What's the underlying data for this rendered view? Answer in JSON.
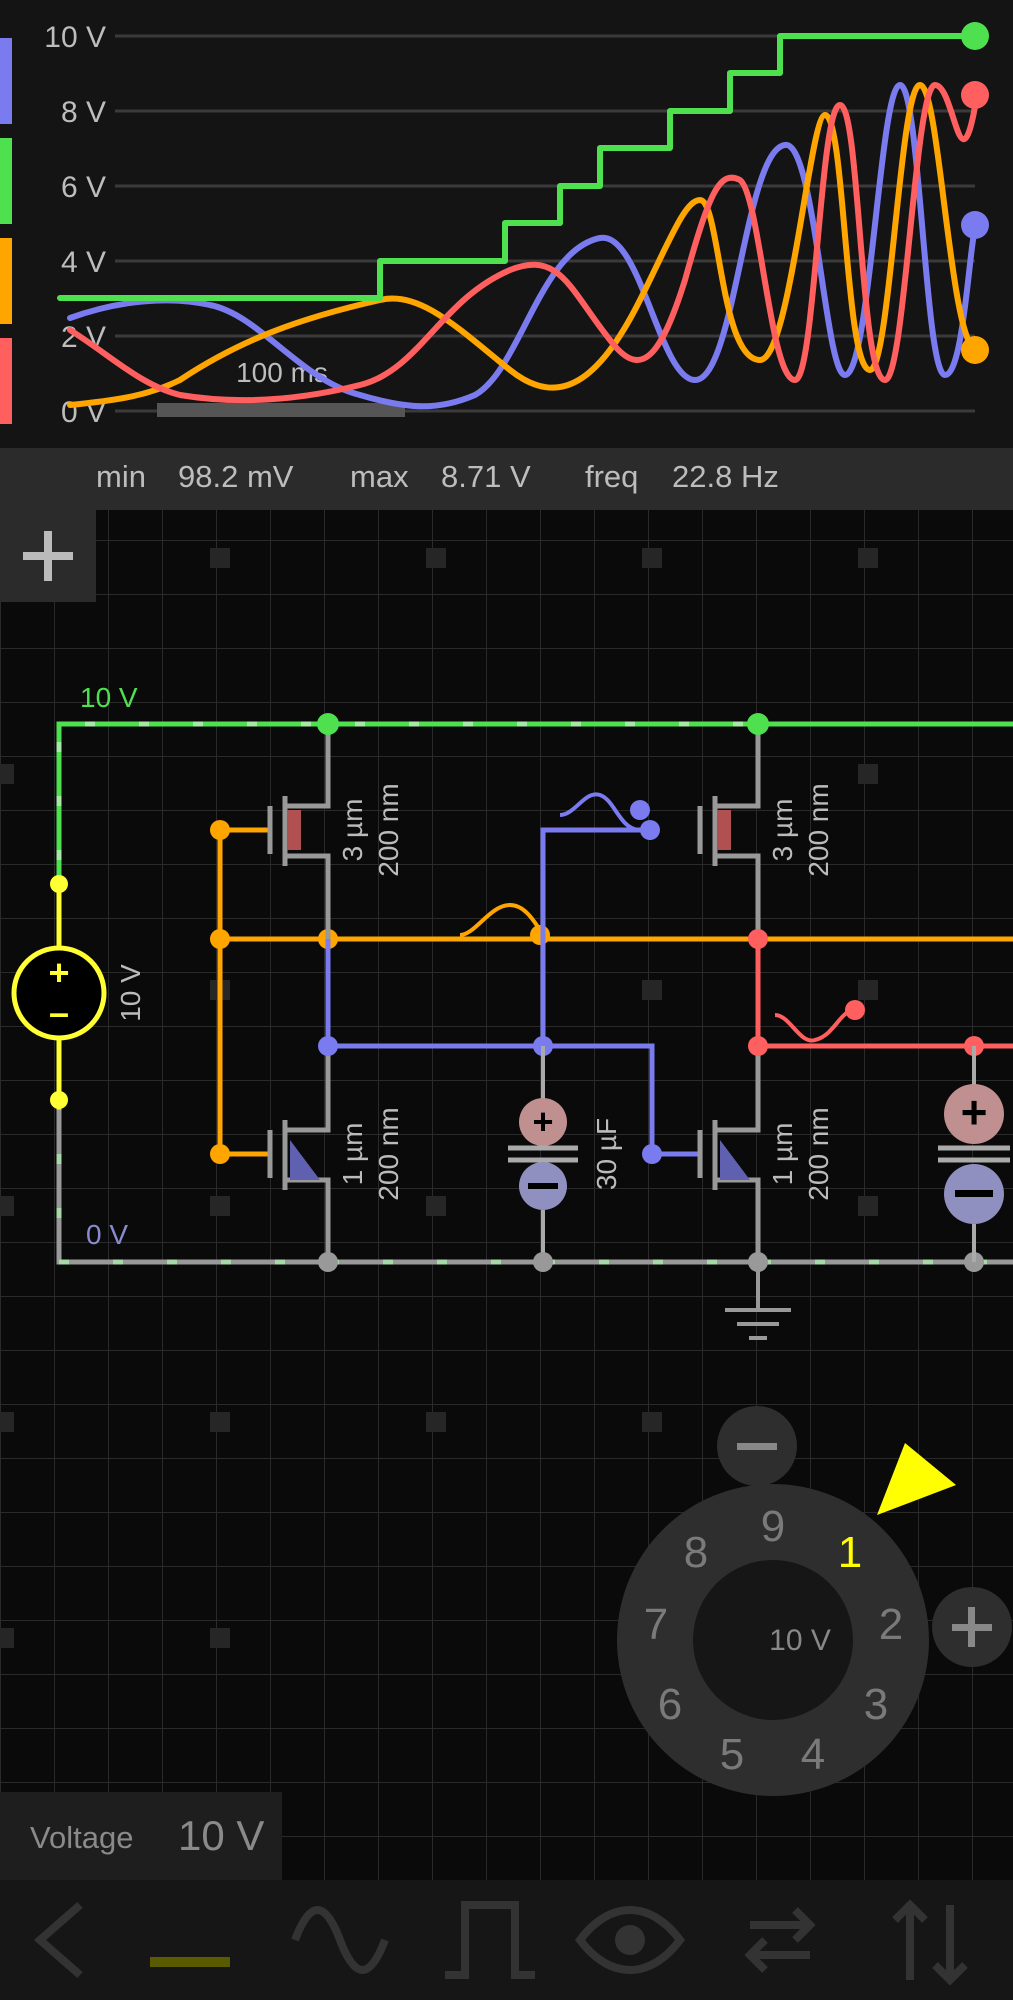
{
  "scope": {
    "y_ticks": [
      "10 V",
      "8 V",
      "6 V",
      "4 V",
      "2 V",
      "0 V"
    ],
    "time_scale": "100 ms",
    "colors": {
      "green": "#4fe04f",
      "blue": "#7b7bf0",
      "orange": "#ffa500",
      "red": "#ff5f5f"
    }
  },
  "stats": {
    "min_label": "min",
    "min_value": "98.2 mV",
    "max_label": "max",
    "max_value": "8.71 V",
    "freq_label": "freq",
    "freq_value": "22.8 Hz"
  },
  "add_probe_icon": "plus-icon",
  "circuit": {
    "top_rail": "10 V",
    "bottom_rail": "0 V",
    "source_label": "10 V",
    "pmos_1_w": "3 µm",
    "pmos_1_l": "200 nm",
    "pmos_2_w": "3 µm",
    "pmos_2_l": "200 nm",
    "nmos_1_w": "1 µm",
    "nmos_1_l": "200 nm",
    "nmos_2_w": "1 µm",
    "nmos_2_l": "200 nm",
    "capacitor": "30 µF"
  },
  "dial": {
    "numbers": [
      "9",
      "1",
      "2",
      "3",
      "4",
      "5",
      "6",
      "7",
      "8"
    ],
    "selected": "1",
    "center": "10 V",
    "minus_icon": "minus-icon",
    "plus_icon": "plus-icon"
  },
  "property": {
    "label": "Voltage",
    "value": "10 V"
  },
  "toolbar": {
    "items": [
      "back-icon",
      "dc-icon",
      "sine-icon",
      "square-wave-icon",
      "eye-icon",
      "swap-icon",
      "flip-icon"
    ]
  }
}
